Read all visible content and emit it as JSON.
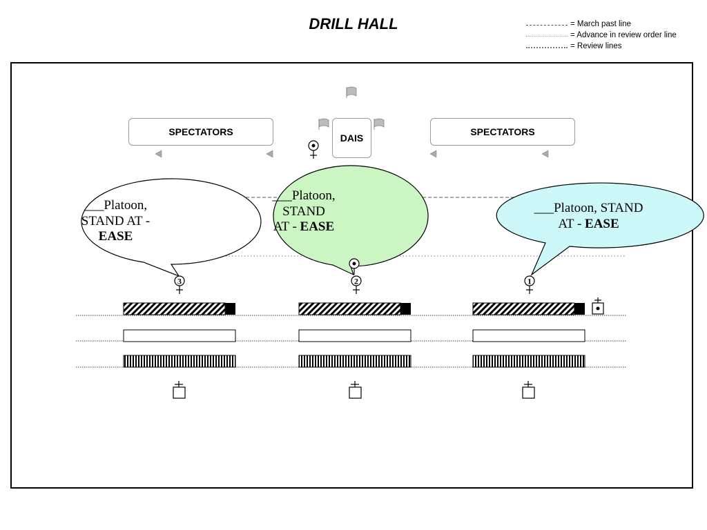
{
  "title": "DRILL HALL",
  "legend": [
    {
      "key": "march",
      "label": "= March past line"
    },
    {
      "key": "advance",
      "label": "= Advance in review order line"
    },
    {
      "key": "review",
      "label": "= Review lines"
    }
  ],
  "boxes": {
    "spectators_left": "SPECTATORS",
    "dais": "DAIS",
    "spectators_right": "SPECTATORS"
  },
  "callouts": {
    "left": {
      "line1": "___Platoon,",
      "line2": "STAND AT -",
      "bold": "EASE"
    },
    "center": {
      "line1": "___Platoon,",
      "line2": "STAND",
      "line3": "AT - ",
      "bold": "EASE"
    },
    "right": {
      "line1": "___Platoon, STAND",
      "line2": "AT - ",
      "bold": "EASE"
    }
  },
  "platoon_markers": [
    "3",
    "2",
    "1"
  ],
  "colors": {
    "center_callout": "#ccf5c4",
    "right_callout": "#ccf8fa",
    "left_callout": "#ffffff"
  }
}
